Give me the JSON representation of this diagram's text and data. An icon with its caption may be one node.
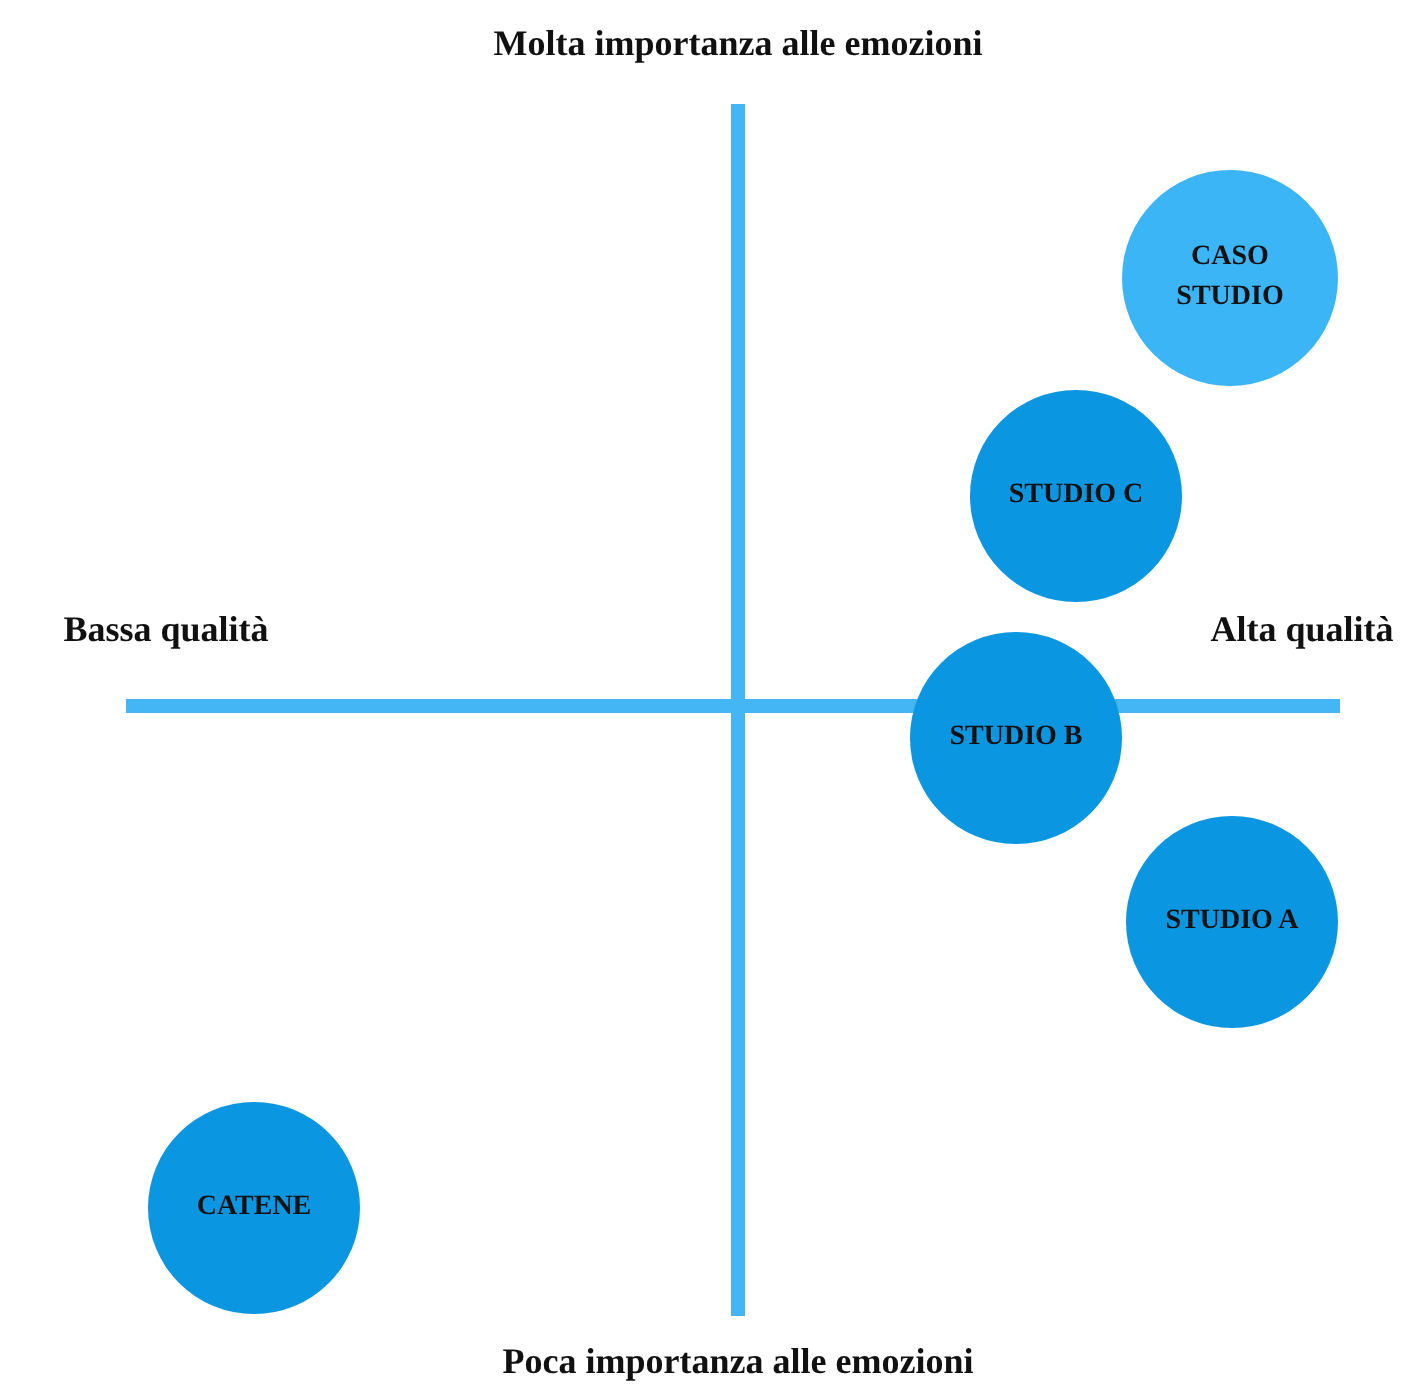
{
  "diagram": {
    "nodes": [
      {
        "text": [
          "CASO STUDIO"
        ]
      },
      {
        "text": [
          "STUDIO C"
        ]
      },
      {
        "text": [
          "STUDIO B"
        ]
      },
      {
        "text": [
          "STUDIO A"
        ]
      },
      {
        "text": [
          "CATENE"
        ]
      }
    ],
    "edges": [],
    "labels": [
      "Molta importanza alle emozioni",
      "Bassa qualità",
      "Alta qualità",
      "Poca importanza alle emozioni"
    ]
  }
}
